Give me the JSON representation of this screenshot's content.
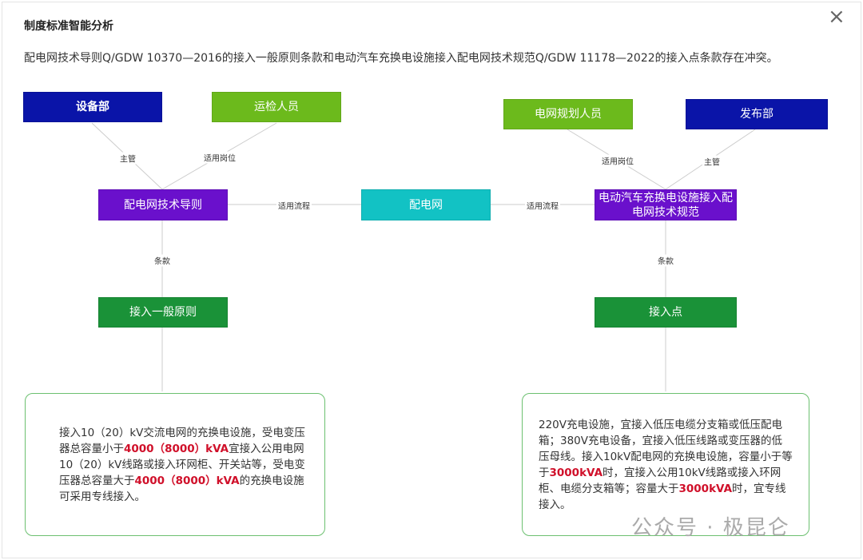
{
  "title": "制度标准智能分析",
  "description": "配电网技术导则Q/GDW 10370—2016的接入一般原则条款和电动汽车充换电设施接入配电网技术规范Q/GDW 11178—2022的接入点条款存在冲突。",
  "close_icon": "×",
  "nodes": {
    "dept": "设备部",
    "inspect": "运检人员",
    "guide": "配电网技术导则",
    "grid": "配电网",
    "spec": "电动汽车充换电设施接入配电网技术规范",
    "principle": "接入一般原则",
    "point": "接入点",
    "planner": "电网规划人员",
    "publish": "发布部"
  },
  "edges": {
    "supervise_l": "主管",
    "post_l": "适用岗位",
    "flow_l": "适用流程",
    "flow_r": "适用流程",
    "post_r": "适用岗位",
    "supervise_r": "主管",
    "clause_l": "条款",
    "clause_r": "条款"
  },
  "left_text": [
    "接入10（20）kV交流电网的充换电设施，受电变压器总容量小于",
    "4000（8000）kVA",
    "宜接入公用电网10（20）kV线路或接入环网柜、开关站等，受电变压器总容量大于",
    "4000（8000）kVA",
    "的充换电设施可采用专线接入。"
  ],
  "right_text": [
    "220V充电设施，宜接入低压电缆分支箱或低压配电箱；380V充电设备，宜接入低压线路或变压器的低压母线。接入10kV配电网的充换电设施，容量小于等于",
    "3000kVA",
    "时，宜接入公用10kV线路或接入环网柜、电缆分支箱等；容量大于",
    "3000kVA",
    "时，宜专线接入。"
  ],
  "watermark": "公众号 · 极昆仑",
  "colors": {
    "dark_blue": "#0a14a8",
    "light_green": "#6cba1c",
    "purple": "#6a10cc",
    "cyan": "#12c2c4",
    "green": "#1a9238"
  }
}
